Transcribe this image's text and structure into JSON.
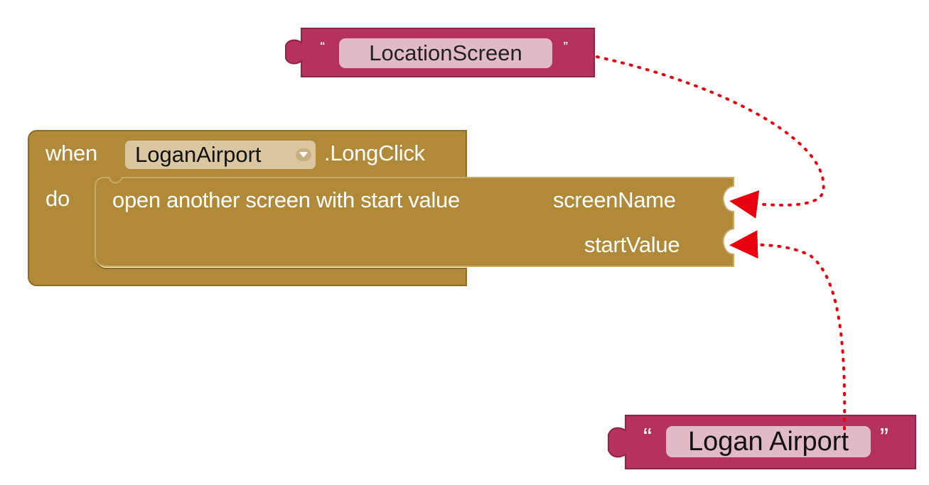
{
  "workspace": {
    "colors": {
      "text_block": "#b5325e",
      "event_block": "#b08a39",
      "connector_arrow": "#e8000f"
    },
    "location_screen_block": {
      "open_quote": "“",
      "value": "LocationScreen",
      "close_quote": "”"
    },
    "event_block": {
      "when_label": "when",
      "component": "LoganAirport",
      "event": ".LongClick",
      "do_label": "do",
      "call_label": "open another screen with start value",
      "socket_screen_name": "screenName",
      "socket_start_value": "startValue"
    },
    "logan_airport_block": {
      "open_quote": "“",
      "value": "Logan Airport",
      "close_quote": "”"
    }
  }
}
